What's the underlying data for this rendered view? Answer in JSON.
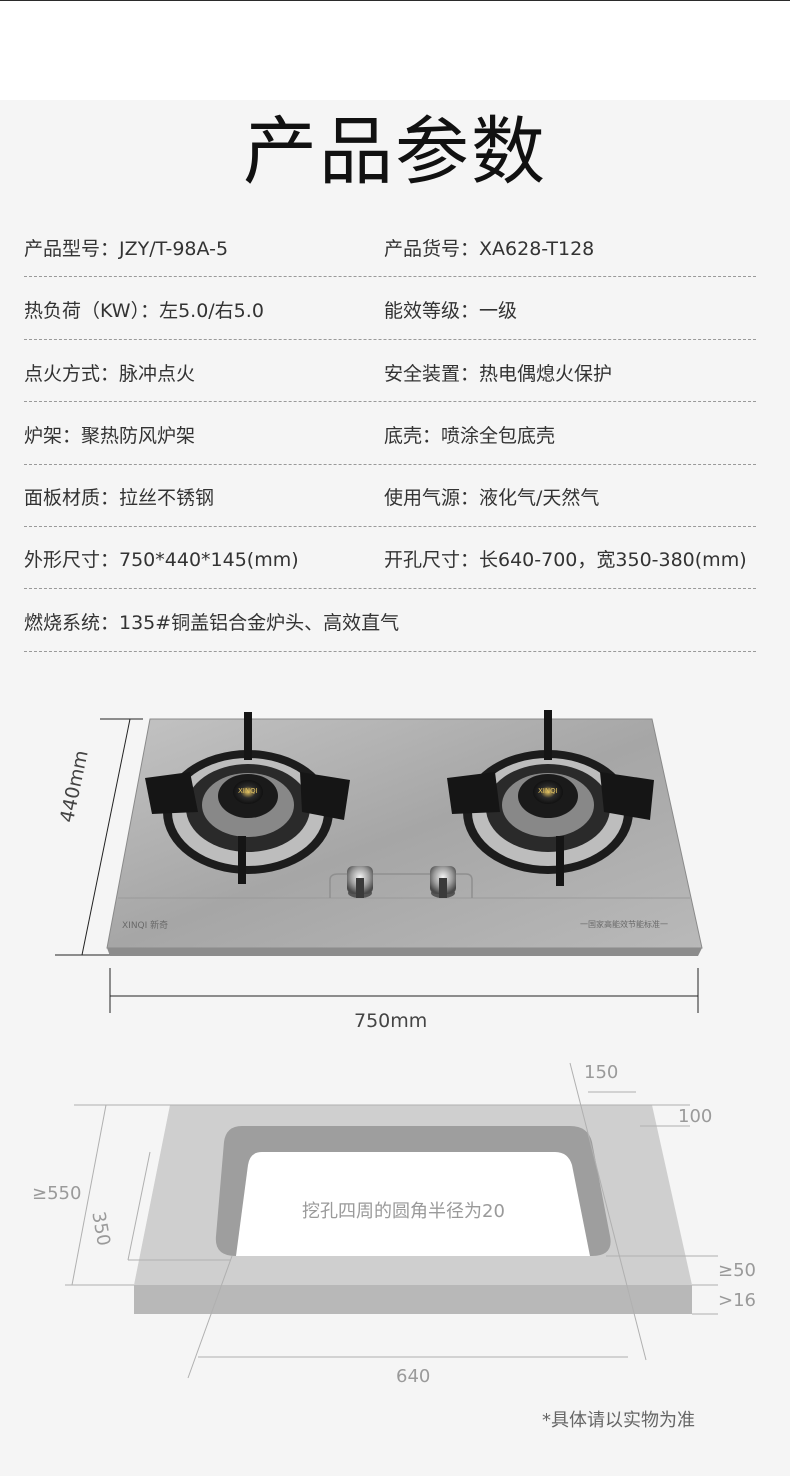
{
  "header": {
    "title": "产品参数"
  },
  "params": [
    {
      "left": "产品型号：JZY/T-98A-5",
      "right": "产品货号：XA628-T128"
    },
    {
      "left": "热负荷（KW）：左5.0/右5.0",
      "right": "能效等级：一级"
    },
    {
      "left": "点火方式：脉冲点火",
      "right": "安全装置：热电偶熄火保护"
    },
    {
      "left": "炉架：聚热防风炉架",
      "right": "底壳：喷涂全包底壳"
    },
    {
      "left": "面板材质：拉丝不锈钢",
      "right": "使用气源：液化气/天然气"
    },
    {
      "left": "外形尺寸：750*440*145(mm)",
      "right": "开孔尺寸：长640-700，宽350-380(mm)"
    },
    {
      "left": "燃烧系统：135#铜盖铝合金炉头、高效直气",
      "right": ""
    }
  ],
  "product": {
    "dim_width": "750mm",
    "dim_depth": "440mm",
    "brand_left": "XINQI 新奇",
    "panel_text": "一国家高能效节能标准一",
    "burner_logo": "XINQI"
  },
  "cutout": {
    "dim_150": "150",
    "dim_100": "100",
    "dim_550": "≥550",
    "dim_350": "350",
    "center_text": "挖孔四周的圆角半径为20",
    "dim_50": "≥50",
    "dim_16": ">16",
    "dim_640": "640"
  },
  "footer": {
    "note": "*具体请以实物为准"
  },
  "colors": {
    "text": "#333333",
    "steel": "#a9a9a9",
    "grate": "#151515",
    "countertop": "#c9c9c9"
  }
}
